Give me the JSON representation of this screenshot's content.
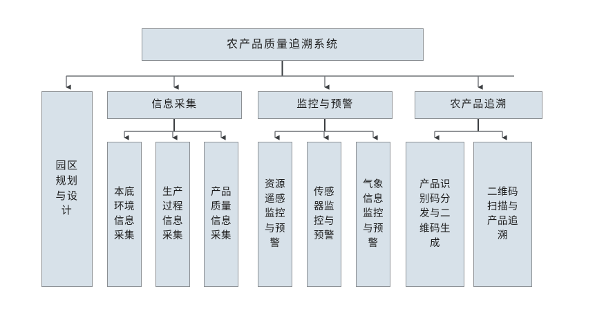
{
  "diagram": {
    "type": "hierarchy-tree",
    "title": "农产品质量追溯系统",
    "orientation": "top-down",
    "colors": {
      "node_fill": "#d7e1e9",
      "node_border": "#8b8f93",
      "connector": "#6e7276",
      "text": "#1c1c1c",
      "background": "#ffffff"
    },
    "root": {
      "label": "农产品质量追溯系统"
    },
    "level2": [
      {
        "label": "园区规划与设计",
        "has_children": false
      },
      {
        "label": "信息采集",
        "has_children": true
      },
      {
        "label": "监控与预警",
        "has_children": true
      },
      {
        "label": "农产品追溯",
        "has_children": true
      }
    ],
    "leaves": {
      "information_collection": [
        {
          "label": "本底环境信息采集"
        },
        {
          "label": "生产过程信息采集"
        },
        {
          "label": "产品质量信息采集"
        }
      ],
      "monitoring_warning": [
        {
          "label": "资源遥感监控与预警"
        },
        {
          "label": "传感器监控与预警"
        },
        {
          "label": "气象信息监控与预警"
        }
      ],
      "traceability": [
        {
          "label": "产品识别码分发与二维码生成"
        },
        {
          "label": "二维码扫描与产品追溯"
        }
      ]
    }
  }
}
